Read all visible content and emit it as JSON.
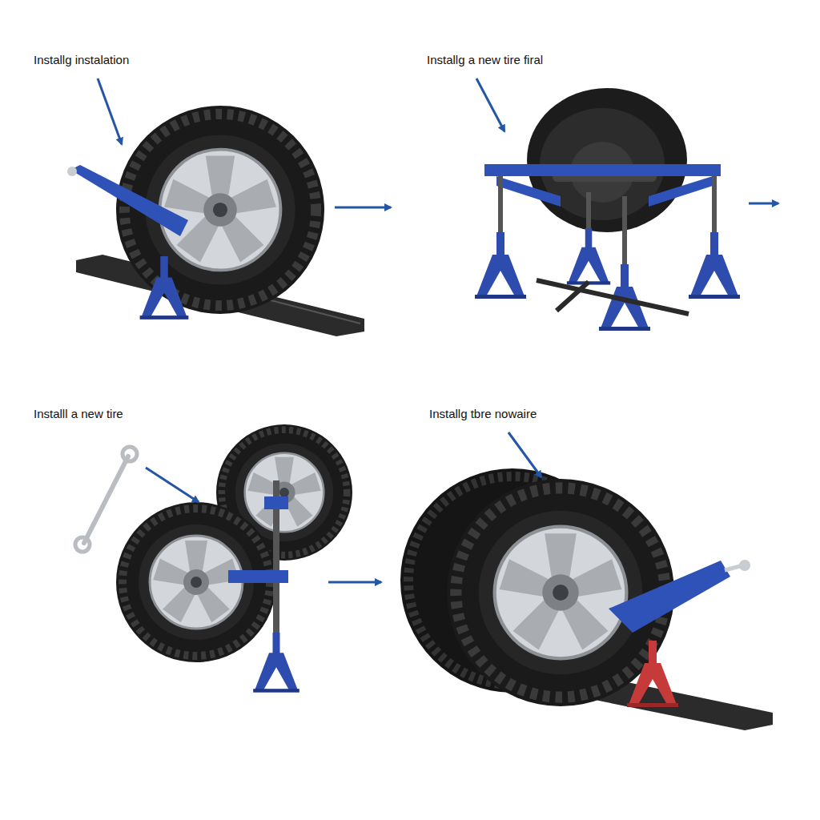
{
  "diagram": {
    "labels": [
      "Installg instalation",
      "Installg a new tire firal",
      "Installl a new tire",
      "Installg tbre nowaire"
    ]
  }
}
